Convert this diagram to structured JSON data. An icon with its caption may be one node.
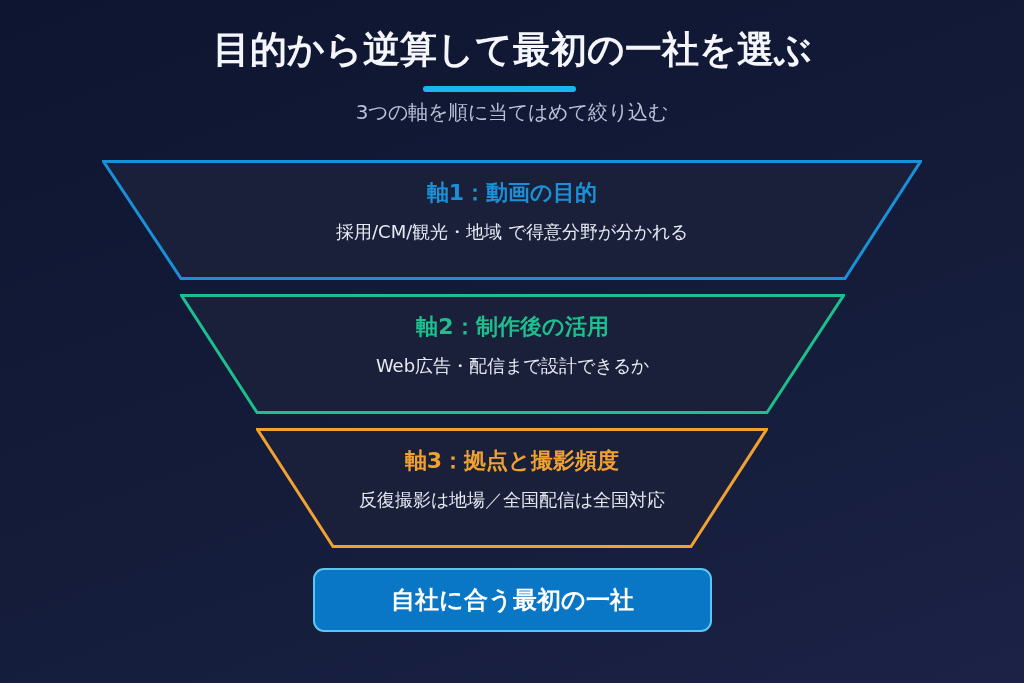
{
  "diagram": {
    "title": "目的から逆算して最初の一社を選ぶ",
    "nodes": [
      {
        "text": [
          "軸1：動画の目的",
          "採用/CM/観光・地域 で得意分野が分かれる"
        ]
      },
      {
        "text": [
          "軸2：制作後の活用",
          "Web広告・配信まで設計できるか"
        ]
      },
      {
        "text": [
          "軸3：拠点と撮影頻度",
          "反復撮影は地場／全国配信は全国対応"
        ]
      },
      {
        "text": [
          "自社に合う最初の一社"
        ]
      }
    ],
    "labels": [
      "3つの軸を順に当てはめて絞り込む"
    ]
  }
}
